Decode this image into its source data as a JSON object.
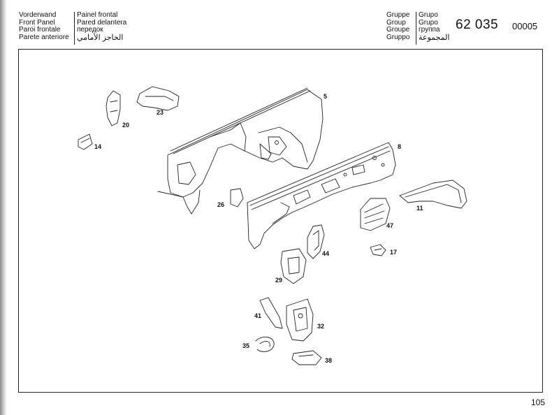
{
  "header": {
    "title_lines_left": [
      "Vorderwand",
      "Front Panel",
      "Paroi frontale",
      "Parete anteriore"
    ],
    "title_lines_right": [
      "Painel frontal",
      "Pared delantera",
      "передок",
      "الحاجز الأمامي"
    ],
    "group_lines_left": [
      "Gruppe",
      "Group",
      "Groupe",
      "Gruppo"
    ],
    "group_lines_right": [
      "Grupo",
      "Grupo",
      "группа",
      "المجموعة"
    ],
    "group_number": "62 035",
    "sheet_code": "00005"
  },
  "callouts": [
    "5",
    "8",
    "11",
    "14",
    "17",
    "20",
    "23",
    "26",
    "29",
    "32",
    "35",
    "38",
    "41",
    "44",
    "47"
  ],
  "footer": {
    "page_number": "105"
  }
}
